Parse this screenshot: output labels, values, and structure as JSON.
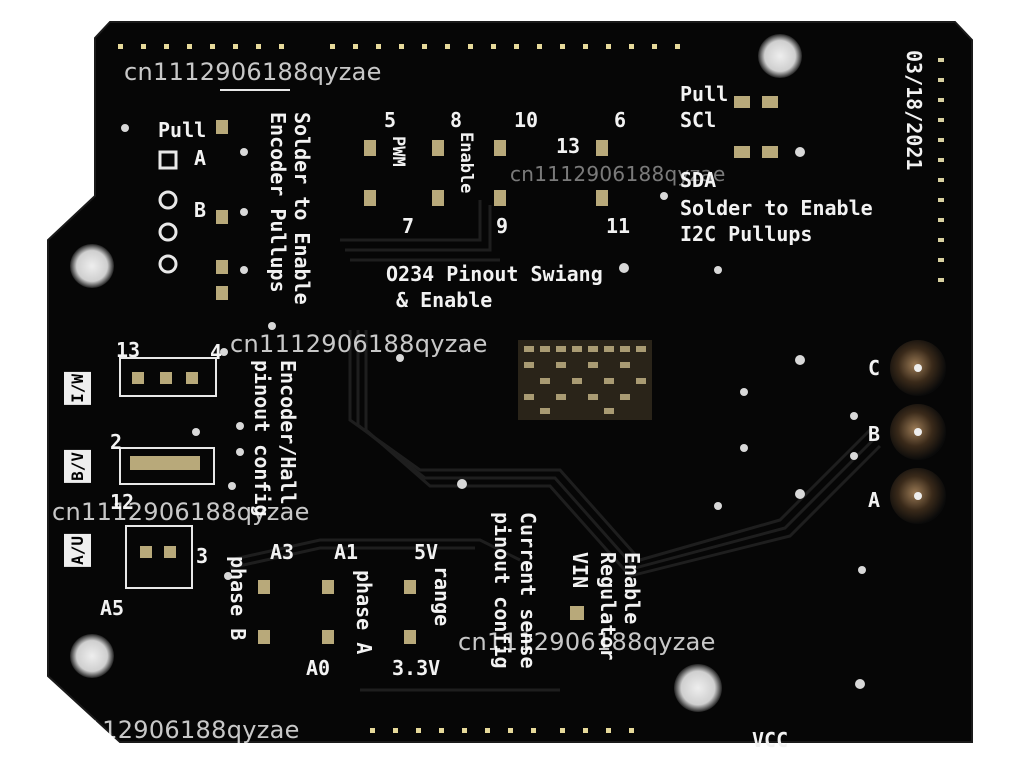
{
  "board": {
    "date": "03/18/2021",
    "pull_top": "Pull",
    "scl": "SCl",
    "sda": "SDA",
    "solder_i2c_1": "Solder to Enable",
    "solder_i2c_2": "I2C Pullups",
    "pull_left": "Pull",
    "a": "A",
    "b": "B",
    "encoder_1": "Solder to Enable",
    "encoder_2": "Encoder Pullups",
    "pwm_5": "5",
    "pwm_8": "8",
    "pwm_10": "10",
    "pwm_13": "13",
    "pwm_6": "6",
    "pwm_7": "7",
    "pwm_9": "9",
    "pwm_11": "11",
    "pwm_label": "PWM",
    "enable": "Enable",
    "pinout": "O234 Pinout Swiang",
    "pinout_2": "& Enable",
    "label_13": "13",
    "label_4": "4",
    "label_2": "2",
    "label_12": "12",
    "label_3": "3",
    "label_a5": "A5",
    "iw": "I/W",
    "bv": "B/V",
    "au": "A/U",
    "encoder_hall": "Encoder/Hall",
    "pinout_config": "pinout config",
    "a3": "A3",
    "a1": "A1",
    "a0": "A0",
    "phase_b": "phase B",
    "phase_a": "phase A",
    "v5": "5V",
    "v33": "3.3V",
    "range": "range",
    "current_sense": "Current sense",
    "pinout_config_2": "pinout config",
    "vin": "VIN",
    "enable_reg": "Enable",
    "regulator": "Regulator",
    "c": "C",
    "b_term": "B",
    "a_term": "A",
    "vcc": "VCC"
  },
  "watermark": "cn1112906188qyzae"
}
